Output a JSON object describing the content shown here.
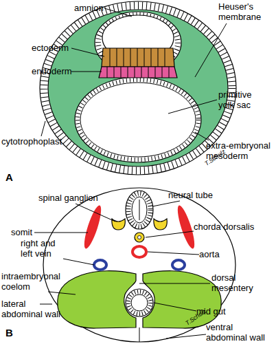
{
  "diagram": {
    "labels": [
      "amnion",
      "Heuser's membrane",
      "ectoderm",
      "endoderm",
      "primitive yolk sac",
      "cytotrophoplast",
      "extra-embryonal mesoderm",
      "A",
      "T.Schulz",
      "spinal ganglion",
      "neural tube",
      "chorda dorsalis",
      "somit",
      "aorta",
      "right and left vein",
      "dorsal mesentery",
      "intraembryonal coelom",
      "mid gut",
      "lateral abdominal wall",
      "ventral abdominal wall",
      "B",
      "T.Schulz"
    ]
  }
}
